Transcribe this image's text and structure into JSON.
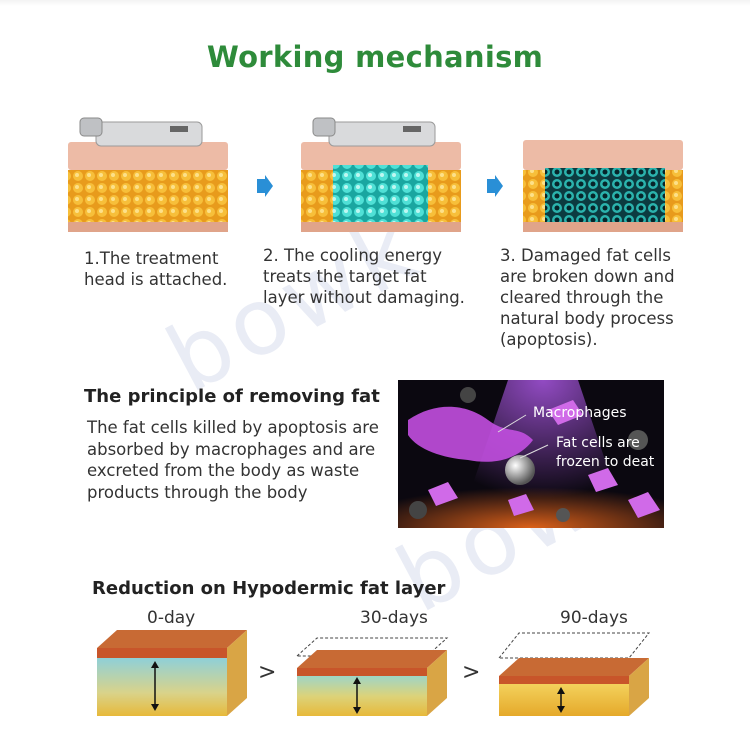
{
  "header": {
    "title": "Working mechanism"
  },
  "steps": [
    {
      "label_line1": "1.The treatment",
      "label_line2": "head is attached."
    },
    {
      "label_line1": "2. The cooling energy",
      "label_line2": "treats the target fat",
      "label_line3": "layer without damaging."
    },
    {
      "label_line1": "3. Damaged fat cells",
      "label_line2": "are broken down and",
      "label_line3": "cleared through the",
      "label_line4": "natural body process",
      "label_line5": "(apoptosis)."
    }
  ],
  "principle": {
    "heading": "The principle of removing fat",
    "line1": "The fat cells killed by apoptosis are",
    "line2": "absorbed by macrophages and are",
    "line3": "excreted from the body as waste",
    "line4": "products through the body",
    "image_label_macrophages": "Macrophages",
    "image_label_fat_line1": "Fat cells are",
    "image_label_fat_line2": "frozen to deat"
  },
  "reduction": {
    "heading": "Reduction on Hypodermic fat layer",
    "days": [
      "0-day",
      "30-days",
      "90-days"
    ],
    "comparator": ">"
  },
  "watermark": {
    "text": "bowk"
  },
  "colors": {
    "title_green": "#2e8b3a",
    "arrow_blue": "#2a8fd6",
    "skin": "#e9b8a0",
    "fat_yellow": "#f2b230",
    "cooled_cyan": "#3fd0c8",
    "muscle": "#c9502a"
  }
}
